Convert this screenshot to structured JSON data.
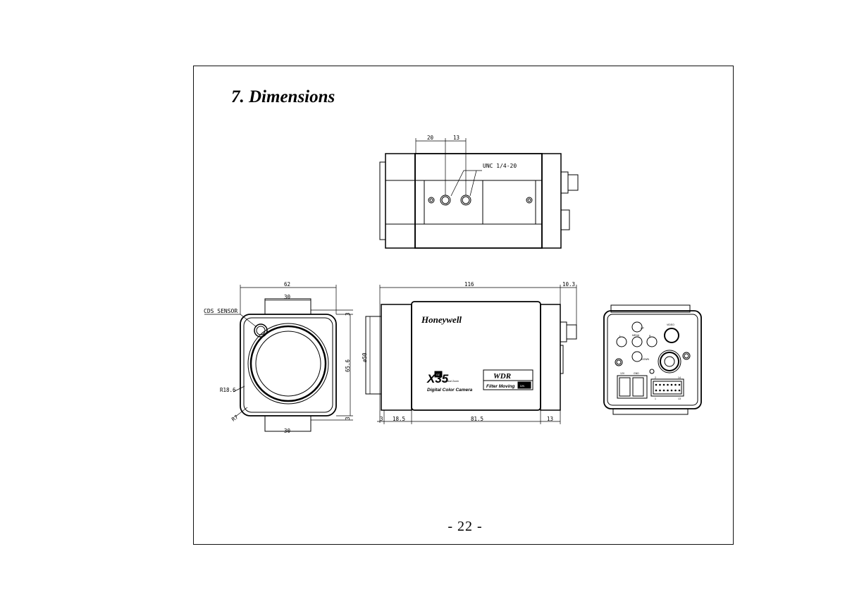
{
  "section": {
    "title": "7. Dimensions"
  },
  "page": {
    "number": "-   22   -"
  },
  "top_view": {
    "dim_a": "20",
    "dim_b": "13",
    "thread_label": "UNC 1/4-20"
  },
  "front_view": {
    "width": "62",
    "lens_mount_top": "30",
    "lens_mount_bottom": "30",
    "height": "65.6",
    "offset_top": "3",
    "offset_bottom": "3",
    "sensor_label": "CDS SENSOR",
    "radius_outer": "R18.6",
    "radius_corner": "R7"
  },
  "side_view": {
    "total_length": "116",
    "connector": "10.3",
    "lens_diameter": "ø50",
    "seg_1": "3",
    "seg_2": "18.5",
    "seg_3": "81.5",
    "seg_4": "13",
    "brand": "Honeywell",
    "model": "X35",
    "model_badge": "OZ",
    "zoom_line": "Optical Zoom",
    "product_line": "Digital Color Camera",
    "wdr": "WDR",
    "filter_text": "Filter Moving",
    "filter_badge": "D/N"
  },
  "rear_view": {
    "btn_up": "UP",
    "btn_menu": "MENU",
    "btn_down": "DOWN",
    "btn_left": "L",
    "btn_right": "R",
    "label_12v": "12V",
    "label_gnd": "GND",
    "label_video": "VIDEO",
    "pin_2": "2",
    "pin_14": "14",
    "pin_1": "1",
    "pin_13": "13"
  }
}
